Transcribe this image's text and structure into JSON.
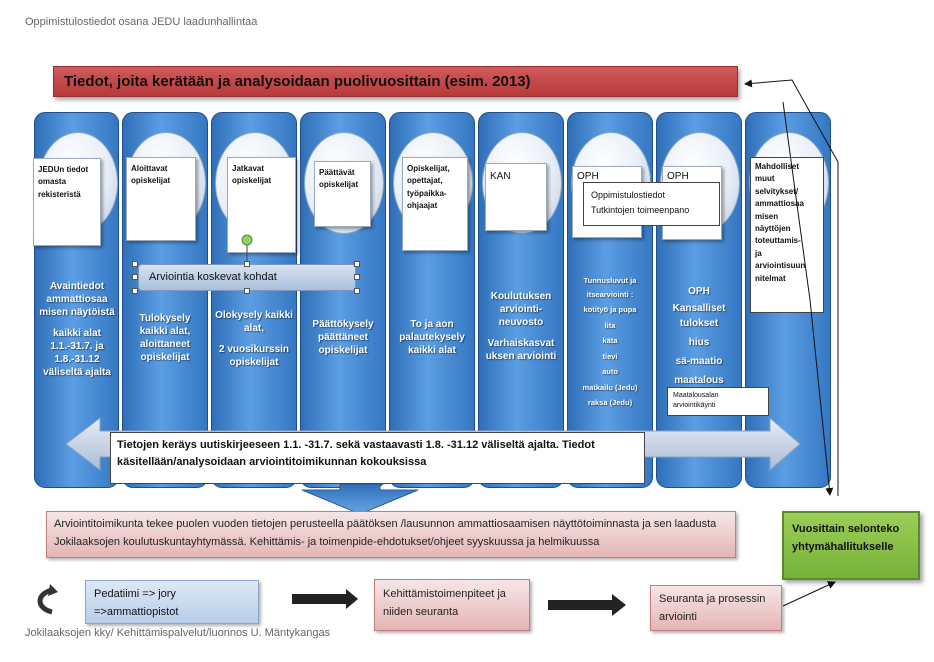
{
  "header": "Oppimistulostiedot osana JEDU laadunhallintaa",
  "banner": "Tiedot, joita kerätään ja analysoidaan  puolivuosittain (esim. 2013)",
  "columns": [
    {
      "card": [
        "JEDUn tiedot",
        "omasta",
        "rekisteristä"
      ],
      "text": [
        "Avaintiedot ammattiosaa misen näytöistä",
        "kaikki alat 1.1.-31.7. ja 1.8.-31.12 väliseltä ajalta"
      ]
    },
    {
      "card": [
        "Aloittavat",
        "opiskelijat"
      ],
      "text": [
        "Tulokysely kaikki alat, aloittaneet opiskelijat"
      ]
    },
    {
      "card": [
        "Jatkavat",
        "opiskelijat"
      ],
      "text": [
        "Olokysely kaikki alat,",
        "2 vuosikurssin opiskelijat"
      ]
    },
    {
      "card": [
        "Päättävät",
        "opiskelijat"
      ],
      "text": [
        "Päättökysely päättäneet opiskelijat"
      ]
    },
    {
      "card": [
        "Opiskelijat,",
        "opettajat,",
        "työpaikka-",
        "ohjaajat"
      ],
      "text": [
        "To ja aon palautekysely kaikki alat"
      ]
    },
    {
      "card": [
        "KAN"
      ],
      "text": [
        "Koulutuksen arviointi- neuvosto",
        "Varhaiskasvat uksen arviointi"
      ]
    },
    {
      "card": [
        "OPH"
      ],
      "text": [
        "Tunnusluvut  ja itsearviointi :",
        "kotityö ja pupa",
        "lita",
        "käta",
        "tievi",
        "auto",
        "matkailu (Jedu)",
        "raksa (Jedu)"
      ]
    },
    {
      "card": [
        "OPH"
      ],
      "text": [
        "OPH",
        "Kansalliset tulokset",
        "hius",
        "sä-maatio",
        "maatalous"
      ]
    },
    {
      "card": [],
      "text": []
    }
  ],
  "oph_popup": [
    "Oppimistulostiedot",
    "Tutkintojen toimeenpano"
  ],
  "note_box": [
    "Mahdolliset muut selvitykset/",
    "ammattiosaa",
    "misen",
    "näyttöjen",
    "toteuttamis-",
    "ja",
    "arviointisuun",
    "nitelmat"
  ],
  "maatalous_note": [
    "Maatalousalan",
    "arviointikäynti"
  ],
  "arviointi_bar": "Arviointia koskevat kohdat",
  "info_box": "Tietojen keräys uutiskirjeeseen 1.1. -31.7. sekä vastaavasti 1.8. -31.12 väliseltä ajalta.  Tiedot käsitellään/analysoidaan  arviointitoimikunnan kokouksissa",
  "committee_box": "Arviointitoimikunta tekee puolen vuoden tietojen perusteella päätöksen /lausunnon ammattiosaamisen  näyttötoiminnasta  ja sen laadusta Jokilaaksojen koulutuskuntayhtymässä.  Kehittämis- ja toimenpide-ehdotukset/ohjeet syyskuussa ja helmikuussa",
  "green_box": "Vuosittain selonteko yhtymähallitukselle",
  "pedatiimi": "Pedatiimi => jory =>ammattiopistot",
  "kehittamis": "Kehittämistoimenpiteet ja niiden seuranta",
  "seuranta": "Seuranta ja prosessin arviointi",
  "footer": "Jokilaaksojen kky/ Kehittämispalvelut/luonnos U. Mäntykangas",
  "colors": {
    "banner": "#c0504d",
    "column": "#4a8fd6",
    "green": "#8cc44c",
    "pink": "#e5b5b5"
  }
}
